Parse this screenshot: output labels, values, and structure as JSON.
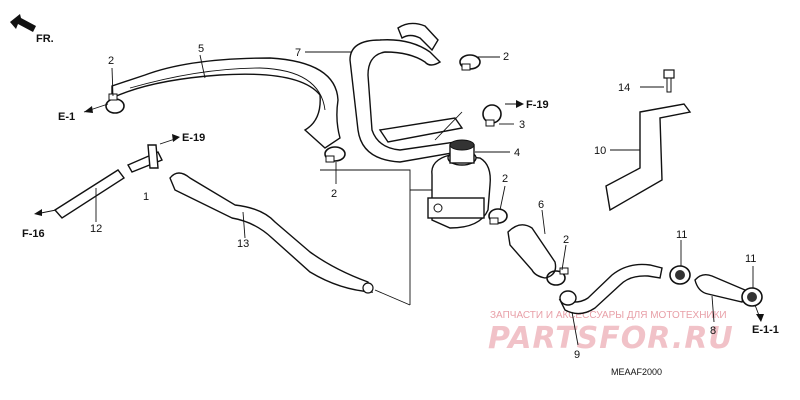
{
  "direction": {
    "label": "FR."
  },
  "callouts": [
    "1",
    "2",
    "3",
    "4",
    "5",
    "6",
    "7",
    "8",
    "9",
    "10",
    "11",
    "12",
    "13",
    "14"
  ],
  "references": {
    "e1_left": "E-1",
    "e19_top": "E-19",
    "f19": "F-19",
    "f16": "F-16",
    "e11": "E-1-1"
  },
  "diagram_code": "MEAAF2000",
  "watermark": {
    "top_text": "ЗАПЧАСТИ И АКСЕССУАРЫ ДЛЯ МОТОТЕХНИКИ",
    "big_text": "PARTSFOR.RU",
    "color": "#e8a0a8"
  },
  "colors": {
    "line": "#111111",
    "background": "#ffffff"
  }
}
